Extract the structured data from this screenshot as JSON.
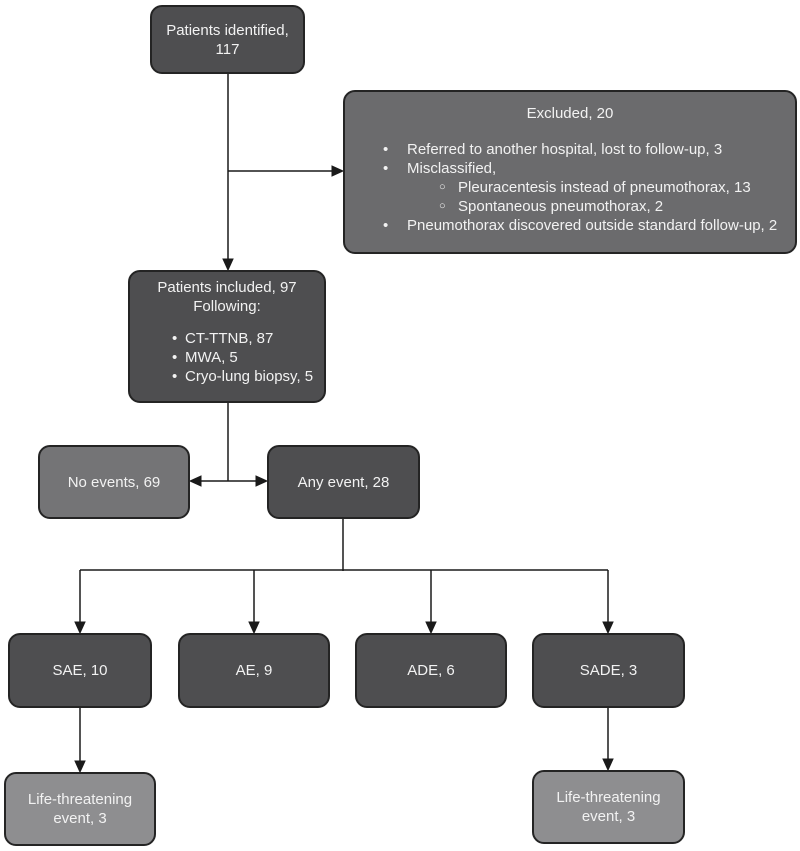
{
  "colors": {
    "background": "#ffffff",
    "dark_box": "#4e4e50",
    "medium_box": "#6b6b6d",
    "medium_light_box": "#747476",
    "light_box": "#8e8e90",
    "box_border": "#242424",
    "connector": "#1a1a1a",
    "text": "#f2f2f2"
  },
  "markers": {
    "bullet_level1": "•",
    "bullet_level2": "○"
  },
  "nodes": {
    "patients_identified": {
      "text": "Patients identified, 117"
    },
    "excluded": {
      "title": "Excluded, 20",
      "bullets": [
        {
          "level": 1,
          "text": "Referred to another hospital, lost to follow-up, 3"
        },
        {
          "level": 1,
          "text": "Misclassified,"
        },
        {
          "level": 2,
          "text": "Pleuracentesis instead of pneumothorax, 13"
        },
        {
          "level": 2,
          "text": "Spontaneous pneumothorax, 2"
        },
        {
          "level": 1,
          "text": "Pneumothorax discovered outside standard follow-up, 2"
        }
      ]
    },
    "patients_included": {
      "title": "Patients included, 97",
      "subtitle": "Following:",
      "bullets": [
        {
          "level": 1,
          "text": "CT-TTNB, 87"
        },
        {
          "level": 1,
          "text": "MWA, 5"
        },
        {
          "level": 1,
          "text": "Cryo-lung biopsy, 5"
        }
      ]
    },
    "no_events": {
      "text": "No events, 69"
    },
    "any_event": {
      "text": "Any event, 28"
    },
    "sae": {
      "text": "SAE, 10"
    },
    "ae": {
      "text": "AE, 9"
    },
    "ade": {
      "text": "ADE, 6"
    },
    "sade": {
      "text": "SADE, 3"
    },
    "life_threatening_left": {
      "text": "Life-threatening event, 3"
    },
    "life_threatening_right": {
      "text": "Life-threatening event, 3"
    }
  }
}
